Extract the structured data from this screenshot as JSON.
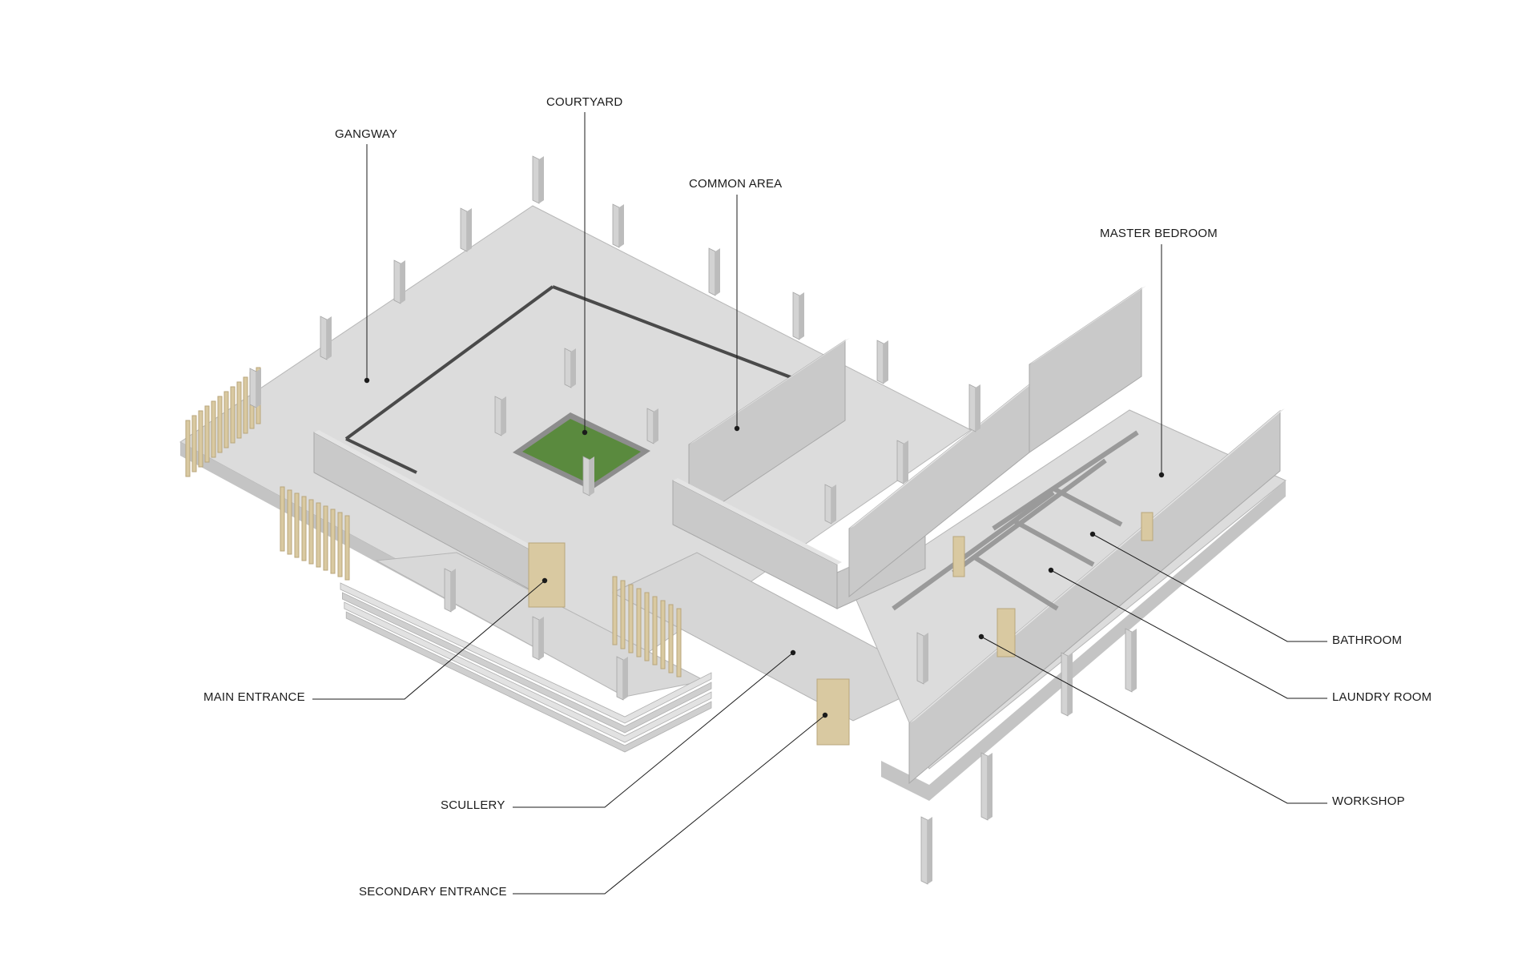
{
  "colors": {
    "background": "#ffffff",
    "slab_top": "#dcdcdc",
    "slab_side": "#c4c4c4",
    "wall_top": "#e4e4e4",
    "wall_face": "#c9c9c9",
    "column": "#d3d3d3",
    "timber": "#d9c9a1",
    "timber_dark": "#b9a67c",
    "grass": "#5a8a3e",
    "leader": "#1b1b1b"
  },
  "labels": {
    "courtyard": "COURTYARD",
    "gangway": "GANGWAY",
    "common_area": "COMMON AREA",
    "master_bedroom": "MASTER BEDROOM",
    "bathroom": "BATHROOM",
    "laundry_room": "LAUNDRY ROOM",
    "workshop": "WORKSHOP",
    "main_entrance": "MAIN ENTRANCE",
    "scullery": "SCULLERY",
    "secondary_entrance": "SECONDARY ENTRANCE"
  }
}
